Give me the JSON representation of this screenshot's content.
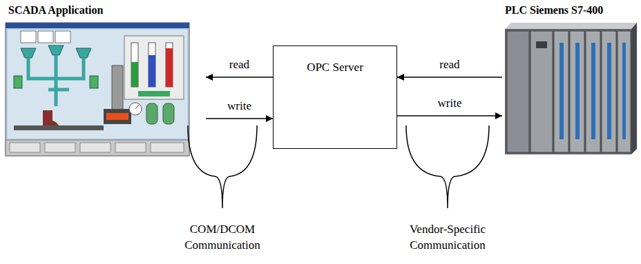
{
  "diagram": {
    "nodes": [
      {
        "text": [
          "SCADA Application"
        ]
      },
      {
        "text": [
          "OPC Server"
        ]
      },
      {
        "text": [
          "PLC Siemens S7-400"
        ]
      }
    ],
    "edges": [
      {
        "from": 1,
        "to": 0,
        "label": "read",
        "arrow": "to"
      },
      {
        "from": 0,
        "to": 1,
        "label": "write",
        "arrow": "to"
      },
      {
        "from": 2,
        "to": 1,
        "label": "read",
        "arrow": "to"
      },
      {
        "from": 1,
        "to": 2,
        "label": "write",
        "arrow": "to"
      }
    ],
    "labels": [
      "COM/DCOM Communication",
      "Vendor-Specific Communication"
    ]
  }
}
